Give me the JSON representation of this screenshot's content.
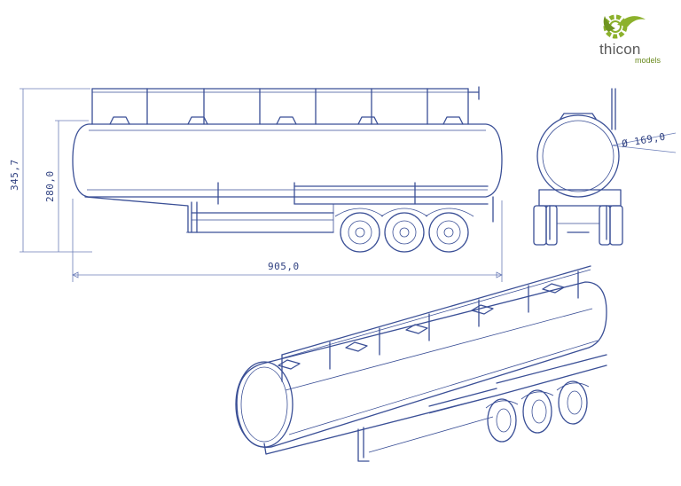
{
  "brand": {
    "name": "thicon",
    "subtitle": "models",
    "logo_icon": "gear-leaf-icon",
    "accent_color": "#8cb12c"
  },
  "drawing": {
    "line_color": "#3a4f96",
    "dimensions": {
      "overall_height": "345,7",
      "tank_height": "280,0",
      "overall_length": "905,0",
      "tank_diameter": "Ø 169,0"
    }
  }
}
